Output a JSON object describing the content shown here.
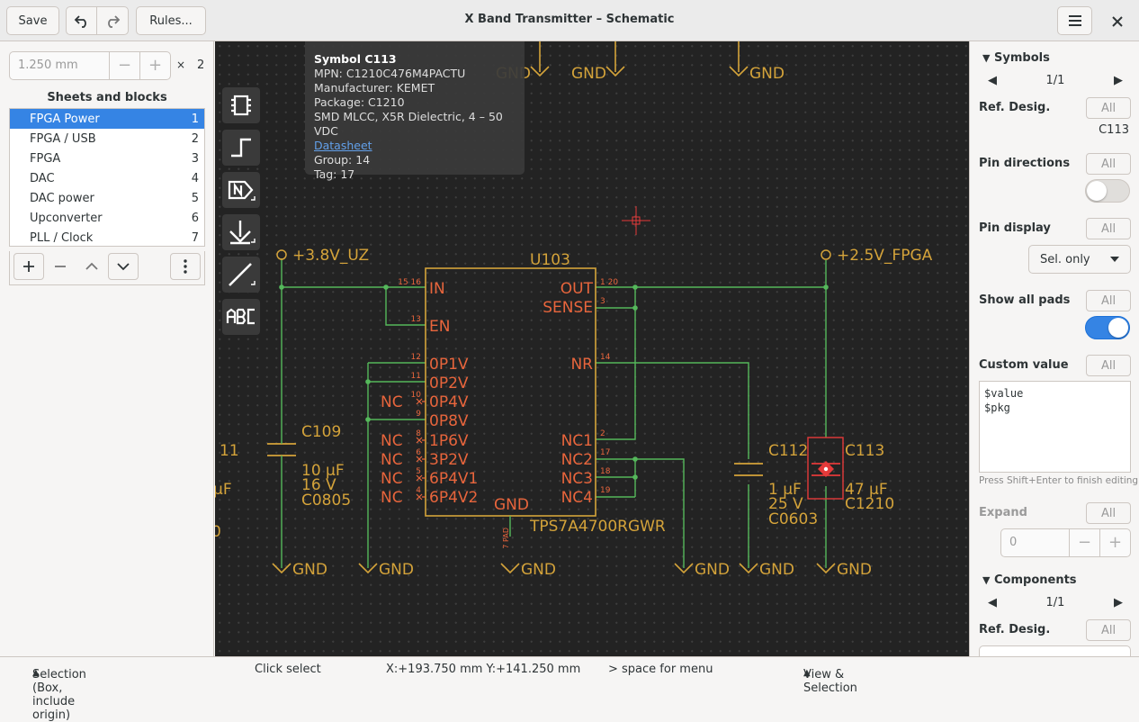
{
  "header": {
    "save_label": "Save",
    "rules_label": "Rules...",
    "title": "X Band Transmitter – Schematic",
    "undo_icon": "undo-icon",
    "redo_icon": "redo-icon",
    "menu_icon": "hamburger-menu-icon",
    "close_icon": "close-icon"
  },
  "left_panel": {
    "grid_value": "1.250 mm",
    "grid_multiplier_sign": "×",
    "grid_multiplier": "2",
    "sheets_heading": "Sheets and blocks",
    "sheets": [
      {
        "name": "FPGA Power",
        "number": "1",
        "selected": true
      },
      {
        "name": "FPGA / USB",
        "number": "2"
      },
      {
        "name": "FPGA",
        "number": "3"
      },
      {
        "name": "DAC",
        "number": "4"
      },
      {
        "name": "DAC power",
        "number": "5"
      },
      {
        "name": "Upconverter",
        "number": "6"
      },
      {
        "name": "PLL / Clock",
        "number": "7"
      }
    ]
  },
  "tooltip": {
    "title": "Symbol C113",
    "mpn": "MPN: C1210C476M4PACTU",
    "manufacturer": "Manufacturer: KEMET",
    "package": "Package: C1210",
    "description": "SMD MLCC, X5R Dielectric, 4 – 50 VDC",
    "datasheet": "Datasheet",
    "group": "Group: 14",
    "tag": "Tag: 17"
  },
  "schematic": {
    "ic": {
      "refdes": "U103",
      "value": "TPS7A4700RGWR",
      "left_pins": [
        {
          "num": "15 16",
          "name": "IN"
        },
        {
          "num": "13",
          "name": "EN"
        },
        {
          "num": "12",
          "name": "0P1V"
        },
        {
          "num": "11",
          "name": "0P2V"
        },
        {
          "num": "10",
          "name": "0P4V"
        },
        {
          "num": "9",
          "name": "0P8V"
        },
        {
          "num": "8",
          "name": "1P6V"
        },
        {
          "num": "6",
          "name": "3P2V"
        },
        {
          "num": "5",
          "name": "6P4V1"
        },
        {
          "num": "4",
          "name": "6P4V2"
        }
      ],
      "right_pins": [
        {
          "num": "1 20",
          "name": "OUT"
        },
        {
          "num": "3",
          "name": "SENSE"
        },
        {
          "num": "14",
          "name": "NR"
        },
        {
          "num": "2",
          "name": "NC1"
        },
        {
          "num": "17",
          "name": "NC2"
        },
        {
          "num": "18",
          "name": "NC3"
        },
        {
          "num": "19",
          "name": "NC4"
        }
      ],
      "gnd_pin": {
        "num": "7 PAD",
        "name": "GND"
      }
    },
    "nc_label": "NC",
    "gnd_label": "GND",
    "power_in": "+3.8V_UZ",
    "power_out": "+2.5V_FPGA",
    "caps": [
      {
        "ref": "C109",
        "value": "10 µF",
        "voltage": "16 V",
        "pkg": "C0805"
      },
      {
        "ref": "C112",
        "value": "1 µF",
        "voltage": "25 V",
        "pkg": "C0603"
      },
      {
        "ref": "C113",
        "value": "47 µF",
        "pkg": "C1210"
      }
    ],
    "partial_left": {
      "ref": "11",
      "value": "µF",
      "pkg": "0"
    }
  },
  "right_panel": {
    "symbols_heading": "Symbols",
    "symbols_pager": "1/1",
    "ref_desig_label": "Ref. Desig.",
    "ref_desig_value": "C113",
    "all_label": "All",
    "pin_directions_label": "Pin directions",
    "pin_directions_on": false,
    "pin_display_label": "Pin display",
    "pin_display_value": "Sel. only",
    "show_all_pads_label": "Show all pads",
    "show_all_pads_on": true,
    "custom_value_label": "Custom value",
    "custom_value_text": "$value\n$pkg",
    "custom_value_hint": "Press Shift+Enter to finish editing",
    "expand_label": "Expand",
    "expand_value": "0",
    "components_heading": "Components",
    "components_pager": "1/1",
    "components_ref_desig_label": "Ref. Desig."
  },
  "status_bar": {
    "mode": "Selection (Box, include origin)",
    "hint": "Click select",
    "coords": "X:+193.750 mm Y:+141.250 mm",
    "menu_hint": "> space for menu",
    "view_selection": "View & Selection"
  },
  "colors": {
    "canvas_bg": "#232323",
    "wire": "#55b85b",
    "symbol": "#d4a33a",
    "pin_text": "#e8653c",
    "selection": "#e53a3a",
    "accent": "#3584e4"
  }
}
